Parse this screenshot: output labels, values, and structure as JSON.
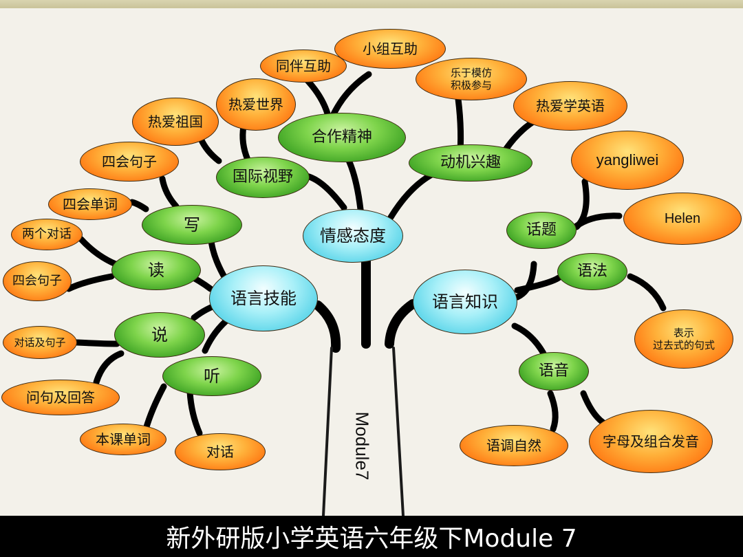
{
  "nodes": {
    "center": "情感态度",
    "skills": "语言技能",
    "knowledge": "语言知识",
    "cooperation": "合作精神",
    "motivation": "动机兴趣",
    "intl_view": "国际视野",
    "write": "写",
    "read": "读",
    "speak": "说",
    "listen": "听",
    "topic": "话题",
    "grammar": "语法",
    "phonetics": "语音",
    "peer_help": "同伴互助",
    "group_help": "小组互助",
    "imitate": "乐于模仿\n积极参与",
    "love_english": "热爱学英语",
    "love_world": "热爱世界",
    "love_country": "热爱祖国",
    "four_sentences_write": "四会句子",
    "four_words": "四会单词",
    "two_dialogues": "两个对话",
    "four_sentences_read": "四会句子",
    "dialogue_sentences": "对话及句子",
    "question_answer": "问句及回答",
    "lesson_words": "本课单词",
    "dialogue": "对话",
    "yangliwei": "yangliwei",
    "helen": "Helen",
    "past_tense": "表示\n过去式的句式",
    "natural_tone": "语调自然",
    "letter_sounds": "字母及组合发音"
  },
  "trunk_label": "Module7",
  "footer_title": "新外研版小学英语六年级下Module 7",
  "colors": {
    "branch": "#000000",
    "orange": "#ff8a1e",
    "green": "#4bb52b",
    "cyan": "#6fdbeb",
    "footer_bg": "#000000"
  }
}
